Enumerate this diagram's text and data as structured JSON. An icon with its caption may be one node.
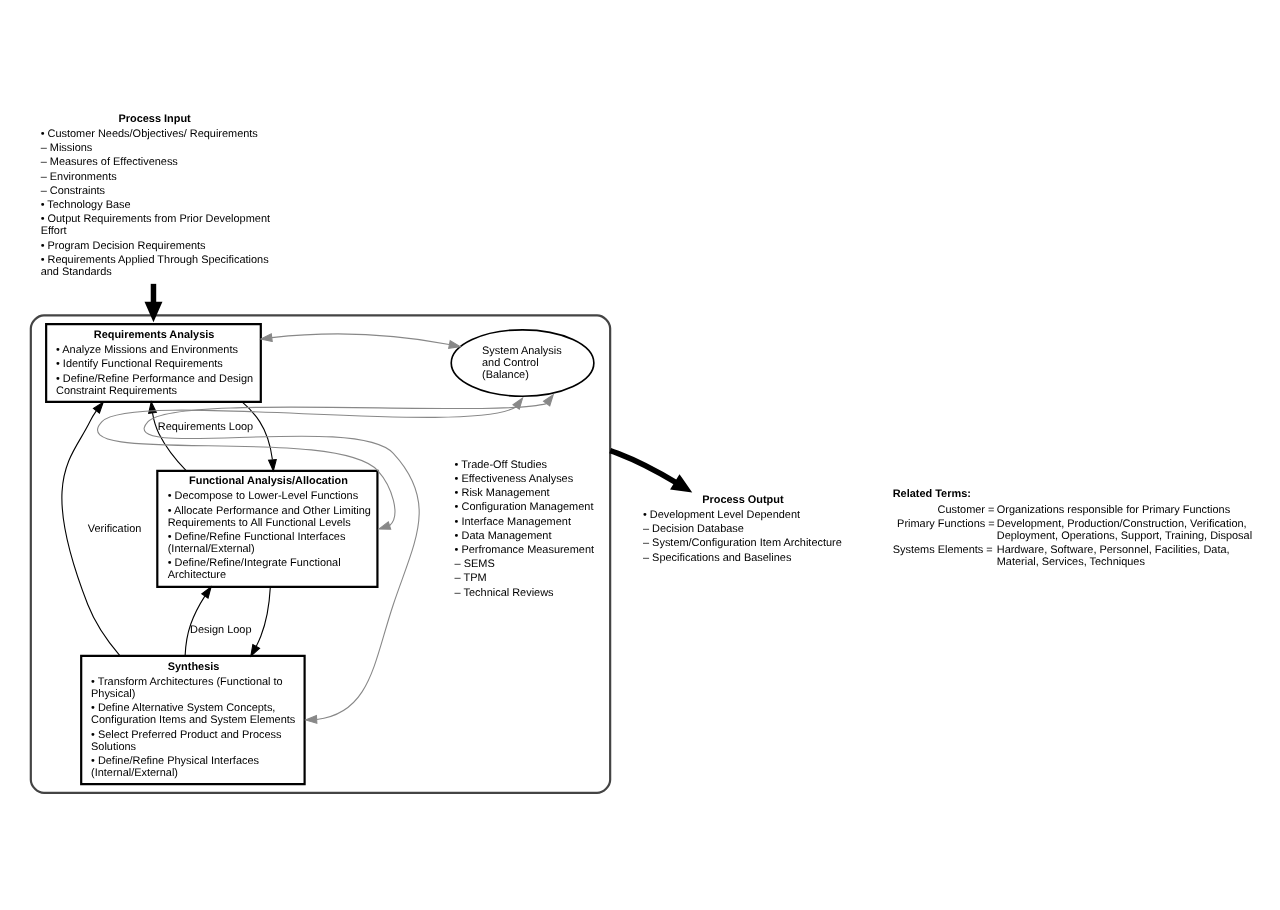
{
  "diagram": {
    "nodes": [
      {
        "text": [
          "Process Input",
          "• Customer Needs/Objectives/ Requirements",
          "– Missions",
          "– Measures of Effectiveness",
          "– Environments",
          "– Constraints",
          "• Technology Base",
          "• Output Requirements from Prior Development Effort",
          "• Program Decision Requirements",
          "• Requirements Applied Through Specifications and Standards"
        ]
      },
      {
        "text": [],
        "shape": "ellipse"
      },
      {
        "text": [
          "Requirements Analysis",
          "• Analyze Missions and Environments",
          "• Identify Functional Requirements",
          "• Define/Refine Performance and Design Constraint Requirements"
        ],
        "in": 1
      },
      {
        "text": [
          "System Analysis and Control (Balance)"
        ],
        "in": 1,
        "beside": [
          "• Trade-Off Studies",
          "• Effectiveness Analyses",
          "• Risk Management",
          "• Configuration Management",
          "• Interface Management",
          "• Data Management",
          "• Perfromance Measurement",
          "– SEMS",
          "– TPM",
          "– Technical Reviews"
        ]
      },
      {
        "text": [
          "Functional Analysis/Allocation",
          "• Decompose to Lower-Level Functions",
          "• Allocate Performance and Other Limiting Requirements to All Functional Levels",
          "• Define/Refine Functional Interfaces (Internal/External)",
          "• Define/Refine/Integrate Functional Architecture"
        ],
        "in": 1
      },
      {
        "text": [
          "Synthesis",
          "• Transform Architectures (Functional to Physical)",
          "• Define Alternative System Concepts, Configuration Items and System Elements",
          "• Select Preferred Product and Process Solutions",
          "• Define/Refine Physical Interfaces (Internal/External)"
        ],
        "in": 1
      },
      {
        "text": [
          "Process Output",
          "• Development Level Dependent",
          "– Decision Database",
          "– System/Configuration Item Architecture",
          "– Specifications and Baselines"
        ]
      }
    ],
    "edges": [
      {
        "from": 0,
        "to": 1,
        "arrow": "to",
        "style": "thick"
      },
      {
        "from": 2,
        "to": 4,
        "arrow": "to"
      },
      {
        "from": 4,
        "to": 2,
        "arrow": "to",
        "label": "Requirements Loop"
      },
      {
        "from": 4,
        "to": 5,
        "arrow": "to"
      },
      {
        "from": 5,
        "to": 4,
        "arrow": "to",
        "label": "Design Loop"
      },
      {
        "from": 5,
        "to": 2,
        "arrow": "to",
        "label": "Verification"
      },
      {
        "from": 2,
        "to": 3,
        "arrow": "both",
        "color": "#888888"
      },
      {
        "from": 4,
        "to": 3,
        "arrow": "both",
        "color": "#888888"
      },
      {
        "from": 5,
        "to": 3,
        "arrow": "both",
        "color": "#888888"
      },
      {
        "from": 1,
        "to": 6,
        "arrow": "to",
        "style": "thick"
      }
    ],
    "labels": [
      "Related Terms:",
      "Customer =",
      "Organizations responsible for Primary Functions",
      "Primary Functions =",
      "Development, Production/Construction, Verification, Deployment, Operations, Support, Training, Disposal",
      "Systems Elements =",
      "Hardware, Software, Personnel, Facilities, Data, Material, Services, Techniques"
    ]
  }
}
